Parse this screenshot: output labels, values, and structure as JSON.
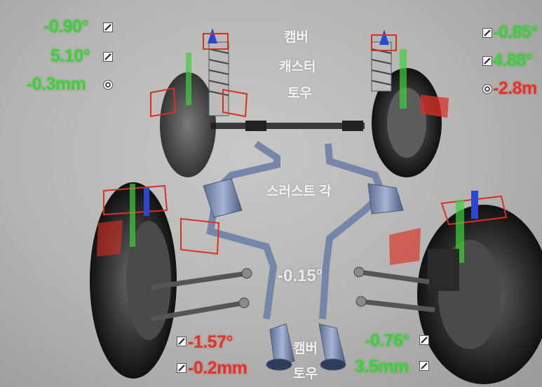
{
  "front": {
    "labels": {
      "camber": "캠버",
      "caster": "캐스터",
      "toe": "토우"
    },
    "left": {
      "camber": "-0.90°",
      "caster": "5.10°",
      "toe": "-0.3mm"
    },
    "right": {
      "camber": "-0.85°",
      "caster": "4.88°",
      "toe": "-2.8m"
    }
  },
  "thrust": {
    "label": "스러스트 각",
    "value": "-0.15°"
  },
  "rear": {
    "labels": {
      "camber": "캠버",
      "toe": "토우"
    },
    "left": {
      "camber": "-1.57°",
      "toe": "-0.2mm"
    },
    "right": {
      "camber": "-0.76°",
      "toe": "3.5mm"
    }
  },
  "colors": {
    "in_spec": "#3fcf3a",
    "out_of_spec": "#e5322a",
    "background": "#b8b8b6"
  },
  "icons": {
    "angle": "angle-icon",
    "toe": "toe-target-icon"
  }
}
